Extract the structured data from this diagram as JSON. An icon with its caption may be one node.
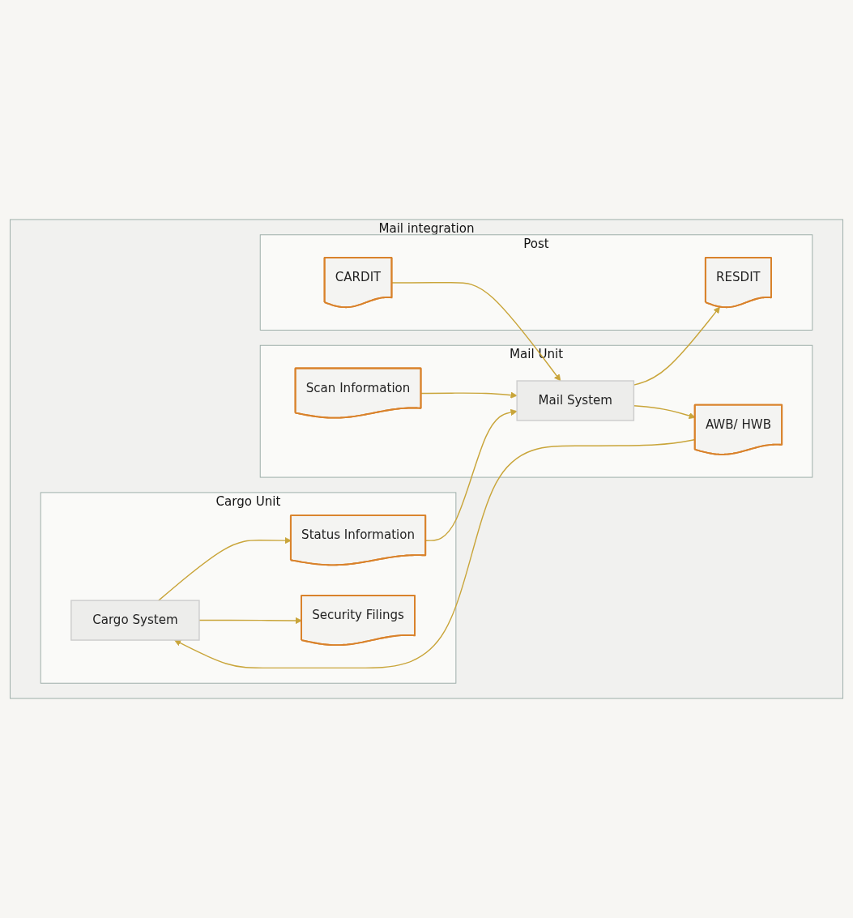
{
  "diagram": {
    "nodes": [
      {
        "text": [
          "Mail integration"
        ]
      },
      {
        "text": [
          "Post"
        ],
        "in": 0
      },
      {
        "text": [
          "Mail Unit"
        ],
        "in": 0
      },
      {
        "text": [
          "Cargo Unit"
        ],
        "in": 0
      },
      {
        "text": [
          "CARDIT"
        ],
        "in": 1
      },
      {
        "text": [
          "Scan Information"
        ],
        "in": 2
      },
      {
        "text": [
          "Mail System"
        ],
        "in": 2
      },
      {
        "text": [
          "AWB/ HWB"
        ],
        "in": 2
      },
      {
        "text": [
          "Cargo System"
        ],
        "in": 3
      },
      {
        "text": [
          "RESDIT"
        ],
        "in": 1
      },
      {
        "text": [
          "Status Information"
        ],
        "in": 3
      },
      {
        "text": [
          "Security Filings"
        ],
        "in": 3
      }
    ],
    "edges": [
      {
        "from": 4,
        "to": 6,
        "arrow": "to"
      },
      {
        "from": 5,
        "to": 6,
        "arrow": "to"
      },
      {
        "from": 6,
        "to": 9,
        "arrow": "to"
      },
      {
        "from": 6,
        "to": 7,
        "arrow": "to"
      },
      {
        "from": 7,
        "to": 8,
        "arrow": "to"
      },
      {
        "from": 8,
        "to": 10,
        "arrow": "to"
      },
      {
        "from": 8,
        "to": 11,
        "arrow": "to"
      },
      {
        "from": 10,
        "to": 6,
        "arrow": "to"
      }
    ]
  }
}
